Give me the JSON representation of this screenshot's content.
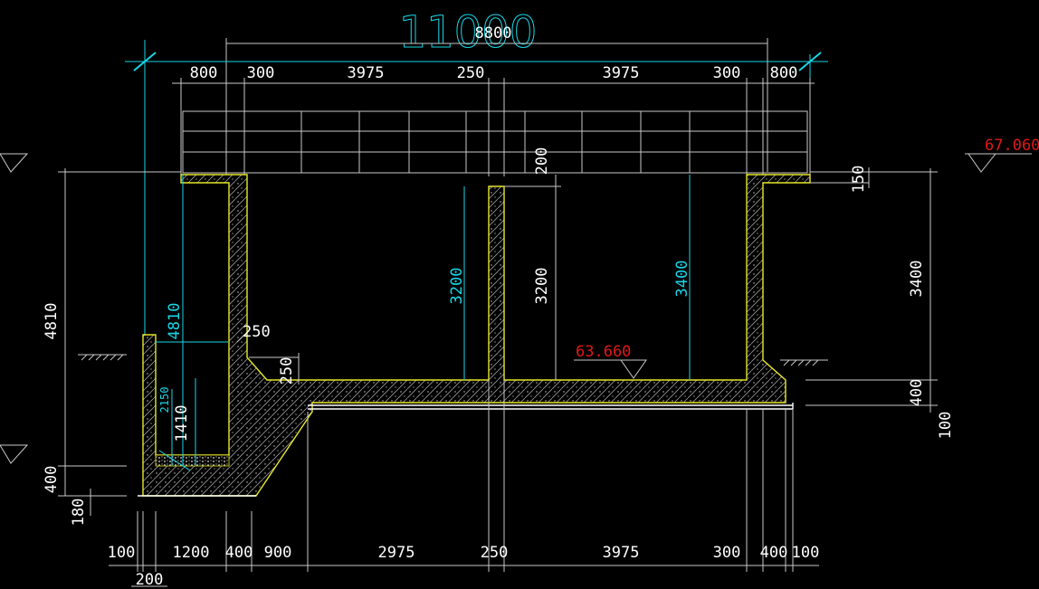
{
  "colors": {
    "background": "#000000",
    "dimension_line": "#c8c8c8",
    "concrete_outline": "#e6e62a",
    "cyan_annotation": "#19d6e6",
    "elevation_red": "#e01818"
  },
  "top_dims": {
    "overall": "11000",
    "inner": "8800",
    "segments": [
      "800",
      "300",
      "3975",
      "250",
      "3975",
      "300",
      "800"
    ]
  },
  "bottom_dims": {
    "segments": [
      "100",
      "1200",
      "400",
      "900",
      "2975",
      "250",
      "3975",
      "300",
      "400",
      "100"
    ],
    "extra": "200"
  },
  "vertical_dims": {
    "left_total": "4810",
    "left_base": "400",
    "left_bottom": "180",
    "right_total": "3400",
    "right_top": "150",
    "right_base": "400",
    "right_bottom": "100",
    "haunch_200": "200",
    "mid_3200_a": "3200",
    "mid_3200_b": "3200",
    "mid_3400": "3400",
    "chamber_4810": "4810",
    "chamber_2150": "2150",
    "chamber_1410": "1410",
    "haunch_250_h": "250",
    "haunch_250_v": "250"
  },
  "elevations": {
    "top": "67.060",
    "floor": "63.660"
  }
}
